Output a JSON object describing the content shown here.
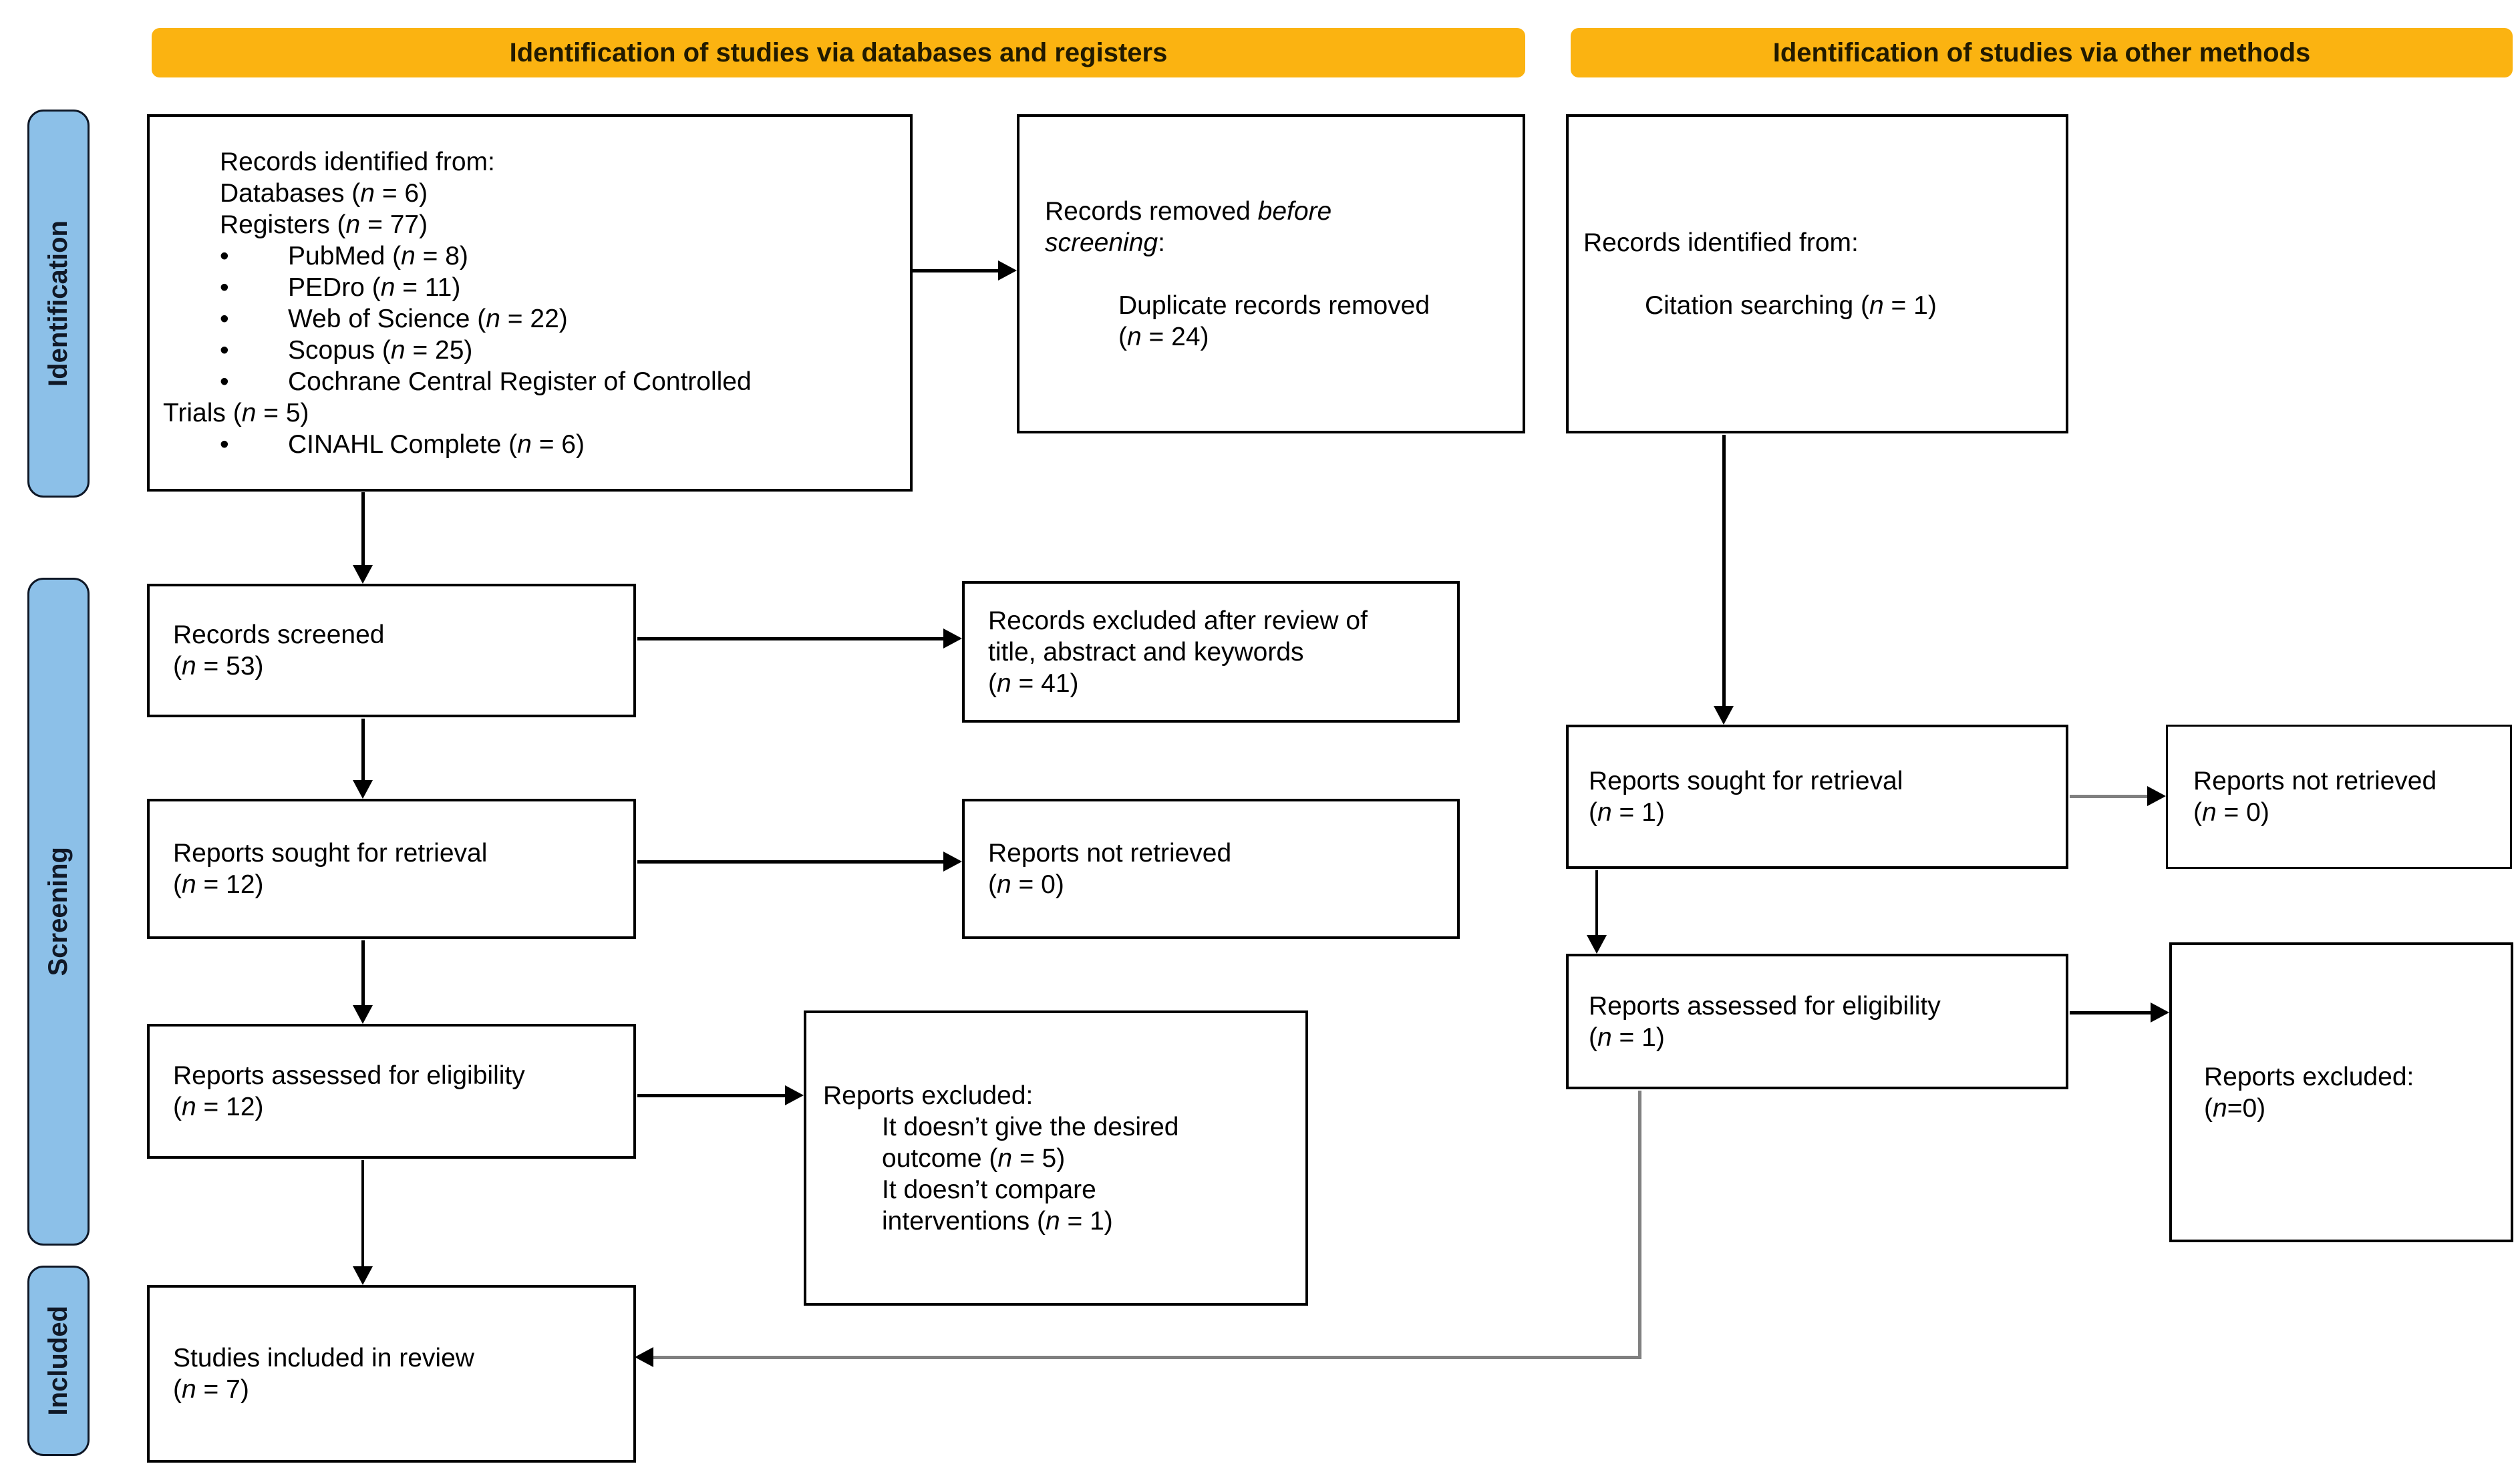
{
  "banners": {
    "databases": "Identification of studies via databases and registers",
    "other": "Identification of studies via other methods"
  },
  "sidebar": {
    "identification": "Identification",
    "screening": "Screening",
    "included": "Included"
  },
  "glyphs": {
    "bullet": "•"
  },
  "colors": {
    "banner_orange": "#FBB311",
    "sidebar_blue": "#8CC0E8",
    "line_gray": "#808080",
    "line_black": "#000000"
  },
  "boxes": {
    "records_identified": {
      "lines": [
        "Records identified from:",
        "Databases (n = 6)",
        "Registers (n = 77)",
        "PubMed (n = 8)",
        "PEDro (n = 11)",
        "Web of Science (n = 22)",
        "Scopus (n = 25)",
        "Cochrane Central Register of Controlled",
        "Trials (n = 5)",
        "CINAHL Complete (n = 6)"
      ]
    },
    "records_removed": {
      "prefix": "Records removed ",
      "italic": "before screening",
      "suffix": ":",
      "lines": [
        "Duplicate records removed",
        "(n = 24)"
      ]
    },
    "citation": {
      "lines": [
        "Records identified from:",
        "Citation searching (n = 1)"
      ]
    },
    "records_screened": {
      "lines": [
        "Records screened",
        "(n = 53)"
      ]
    },
    "records_excluded": {
      "lines": [
        "Records excluded after review of",
        "title, abstract and keywords",
        "(n = 41)"
      ]
    },
    "reports_sought": {
      "lines": [
        "Reports sought for retrieval",
        "(n = 12)"
      ]
    },
    "reports_not_retrieved": {
      "lines": [
        "Reports not retrieved",
        "(n = 0)"
      ]
    },
    "reports_assessed": {
      "lines": [
        "Reports assessed for eligibility",
        "(n = 12)"
      ]
    },
    "reports_excluded_left": {
      "lines": [
        "Reports excluded:",
        "It doesn’t give the desired",
        "outcome (n = 5)",
        "It doesn’t compare",
        "interventions (n = 1)"
      ]
    },
    "studies_included": {
      "lines": [
        "Studies included in review",
        "(n = 7)"
      ]
    },
    "reports_sought_other": {
      "lines": [
        "Reports sought for retrieval",
        "(n = 1)"
      ]
    },
    "reports_not_retrieved_other": {
      "lines": [
        "Reports not retrieved",
        "(n = 0)"
      ]
    },
    "reports_assessed_other": {
      "lines": [
        "Reports assessed for eligibility",
        "(n = 1)"
      ]
    },
    "reports_excluded_other": {
      "lines": [
        "Reports excluded:",
        "(n=0)"
      ]
    }
  }
}
